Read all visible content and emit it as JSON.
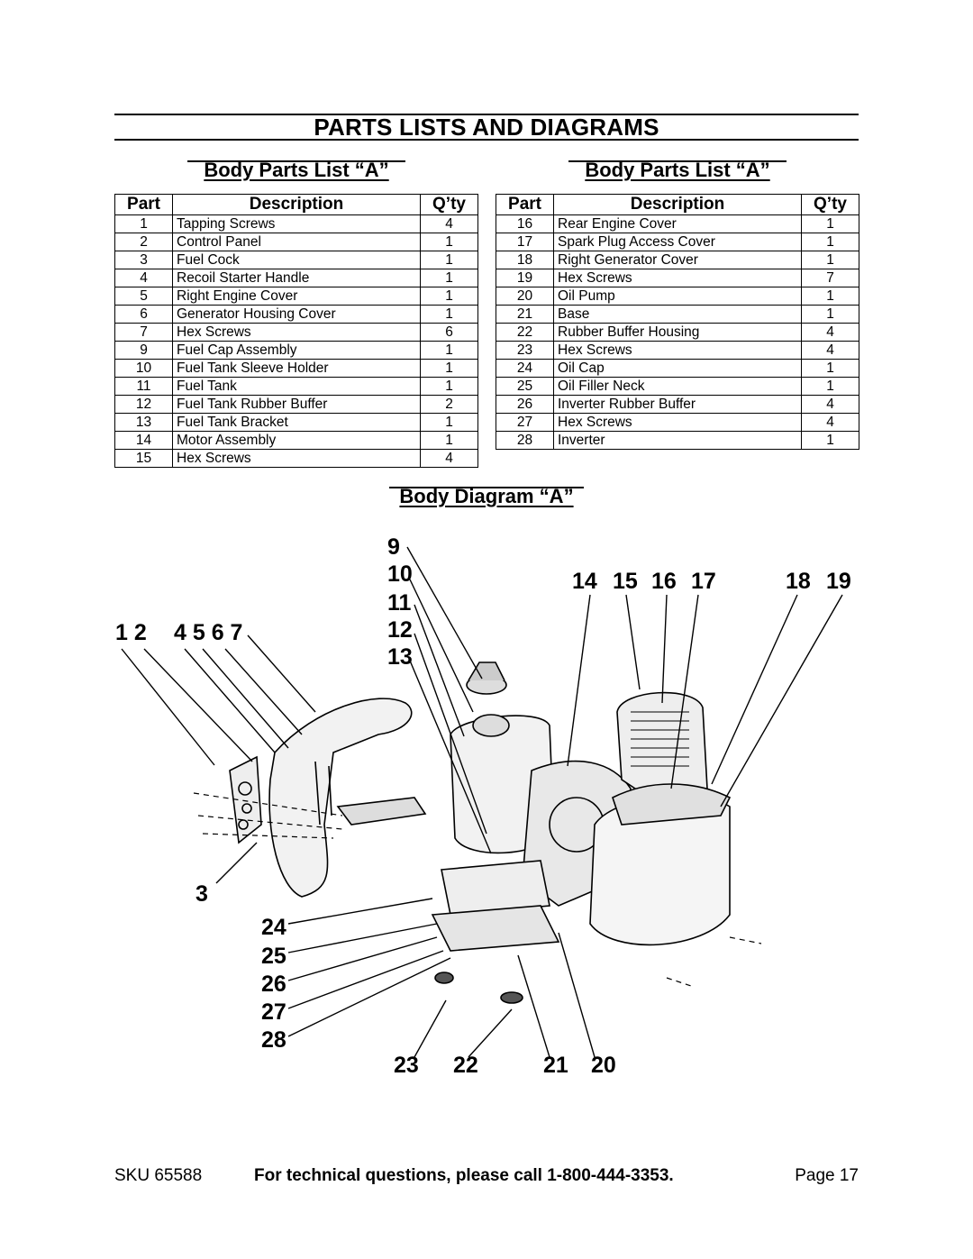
{
  "title": "PARTS LISTS AND DIAGRAMS",
  "left_list": {
    "heading": "Body Parts List “A”",
    "columns": [
      "Part",
      "Description",
      "Q’ty"
    ],
    "rows": [
      [
        "1",
        "Tapping Screws",
        "4"
      ],
      [
        "2",
        "Control Panel",
        "1"
      ],
      [
        "3",
        "Fuel Cock",
        "1"
      ],
      [
        "4",
        "Recoil Starter Handle",
        "1"
      ],
      [
        "5",
        "Right Engine Cover",
        "1"
      ],
      [
        "6",
        "Generator Housing Cover",
        "1"
      ],
      [
        "7",
        "Hex Screws",
        "6"
      ],
      [
        "9",
        "Fuel Cap Assembly",
        "1"
      ],
      [
        "10",
        "Fuel Tank Sleeve Holder",
        "1"
      ],
      [
        "11",
        "Fuel Tank",
        "1"
      ],
      [
        "12",
        "Fuel Tank Rubber Buffer",
        "2"
      ],
      [
        "13",
        "Fuel Tank Bracket",
        "1"
      ],
      [
        "14",
        "Motor Assembly",
        "1"
      ],
      [
        "15",
        "Hex Screws",
        "4"
      ]
    ]
  },
  "right_list": {
    "heading": "Body Parts List “A”",
    "columns": [
      "Part",
      "Description",
      "Q’ty"
    ],
    "rows": [
      [
        "16",
        "Rear Engine Cover",
        "1"
      ],
      [
        "17",
        "Spark Plug Access Cover",
        "1"
      ],
      [
        "18",
        "Right Generator Cover",
        "1"
      ],
      [
        "19",
        "Hex Screws",
        "7"
      ],
      [
        "20",
        "Oil Pump",
        "1"
      ],
      [
        "21",
        "Base",
        "1"
      ],
      [
        "22",
        "Rubber Buffer Housing",
        "4"
      ],
      [
        "23",
        "Hex Screws",
        "4"
      ],
      [
        "24",
        "Oil Cap",
        "1"
      ],
      [
        "25",
        "Oil Filler Neck",
        "1"
      ],
      [
        "26",
        "Inverter Rubber Buffer",
        "4"
      ],
      [
        "27",
        "Hex Screws",
        "4"
      ],
      [
        "28",
        "Inverter",
        "1"
      ]
    ]
  },
  "diagram": {
    "heading": "Body Diagram “A”",
    "callouts": {
      "c12": "1 2",
      "c4567": "4 5 6 7",
      "c3": "3",
      "c9": "9",
      "c10": "10",
      "c11": "11",
      "c12b": "12",
      "c13": "13",
      "c14": "14",
      "c15": "15",
      "c16": "16",
      "c17": "17",
      "c18": "18",
      "c19": "19",
      "c24": "24",
      "c25": "25",
      "c26": "26",
      "c27": "27",
      "c28": "28",
      "c23": "23",
      "c22": "22",
      "c21": "21",
      "c20": "20"
    }
  },
  "footer": {
    "sku": "SKU 65588",
    "tech": "For technical questions, please call 1-800-444-3353.",
    "page": "Page 17"
  }
}
